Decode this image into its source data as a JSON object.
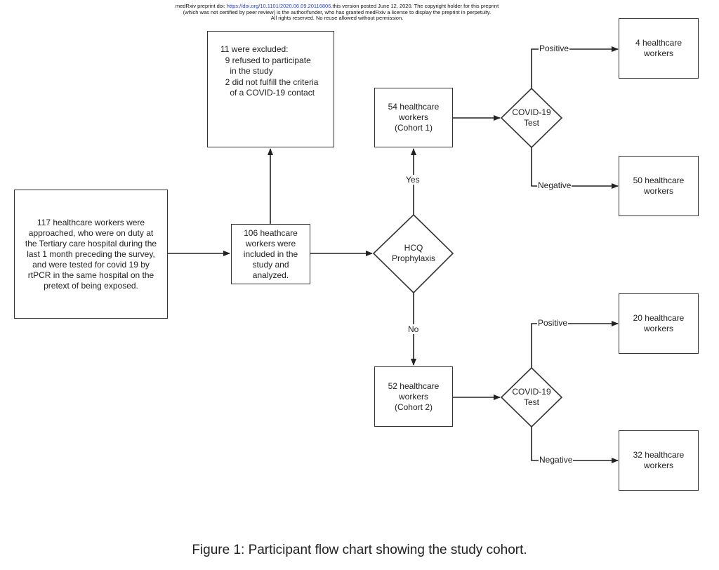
{
  "header": {
    "prefix": "medRxiv preprint doi: ",
    "doi_link": "https://doi.org/10.1101/2020.06.09.20116806.",
    "line1_rest": "this version posted June 12, 2020. The copyright holder for this preprint",
    "line2": "(which was not certified by peer review) is the author/funder, who has granted medRxiv a license to display the preprint in perpetuity.",
    "line3": "All rights reserved. No reuse allowed without permission."
  },
  "nodes": {
    "approached": "117 healthcare workers were\napproached, who were on duty at\nthe Tertiary care hospital during the\nlast 1 month preceding the survey,\nand were tested for covid 19 by\nrtPCR in the same hospital on the\npretext of being exposed.",
    "excluded": "11 were excluded:\n  9 refused to participate\n    in the study\n  2 did not fulfill the criteria\n    of a COVID-19 contact",
    "included": "106 heathcare\nworkers were\nincluded in the\nstudy and\nanalyzed.",
    "hcq": "HCQ\nProphylaxis",
    "cohort1": "54 healthcare\nworkers\n(Cohort 1)",
    "cohort2": "52 healthcare\nworkers\n(Cohort 2)",
    "test1": "COVID-19\nTest",
    "test2": "COVID-19\nTest",
    "c1_positive": "4 healthcare\nworkers",
    "c1_negative": "50 healthcare\nworkers",
    "c2_positive": "20 healthcare\nworkers",
    "c2_negative": "32 healthcare\nworkers"
  },
  "edge_labels": {
    "yes": "Yes",
    "no": "No",
    "positive": "Positive",
    "negative": "Negative"
  },
  "caption": "Figure 1: Participant flow chart showing the study cohort."
}
